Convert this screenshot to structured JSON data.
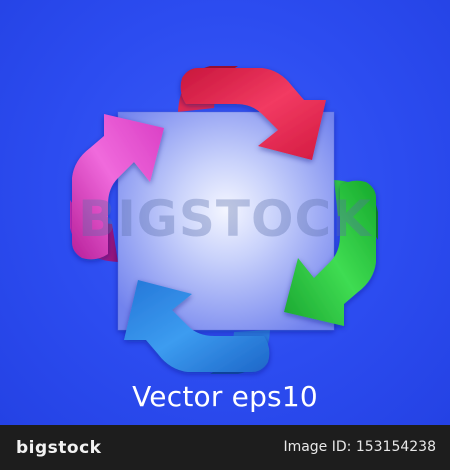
{
  "caption": "Vector eps10",
  "watermark": "BIGSTOCK",
  "footer": {
    "logo": "bigstock",
    "image_id": "Image ID: 153154238"
  },
  "colors": {
    "background": "#2f4ff0",
    "panel_center": "#f2f4ff",
    "panel_edge": "#7f8ef0",
    "arrow_red": "#e8244f",
    "arrow_green": "#22c43a",
    "arrow_blue": "#2f86e6",
    "arrow_magenta": "#e33fc9",
    "footer_bg": "#1d1d1d"
  },
  "icons": [
    "panel-square-icon",
    "red-arrow-icon",
    "green-arrow-icon",
    "blue-arrow-icon",
    "magenta-arrow-icon"
  ]
}
